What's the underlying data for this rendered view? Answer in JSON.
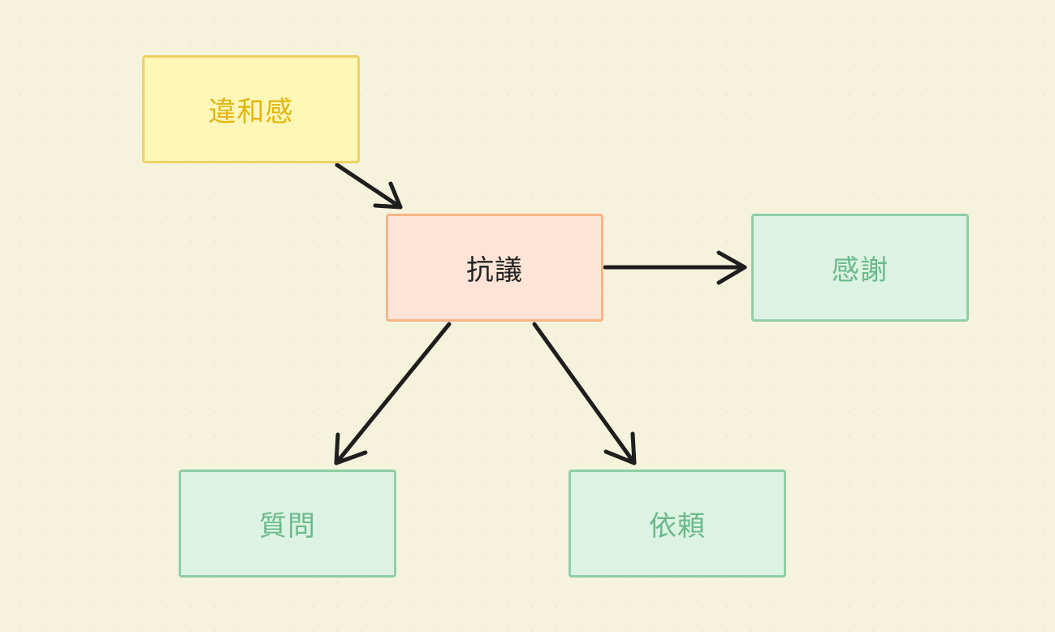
{
  "nodes": {
    "iwakan": {
      "label": "違和感",
      "fill": "#fff7b8",
      "stroke": "#efd163",
      "text_color": "#e2b50e"
    },
    "kougi": {
      "label": "抗議",
      "fill": "#fde4d6",
      "stroke": "#f6b488",
      "text_color": "#222222"
    },
    "kansha": {
      "label": "感謝",
      "fill": "#dcf2e3",
      "stroke": "#8fcea7",
      "text_color": "#6bb98a"
    },
    "shitsumon": {
      "label": "質問",
      "fill": "#dcf2e3",
      "stroke": "#8fcea7",
      "text_color": "#6bb98a"
    },
    "irai": {
      "label": "依頼",
      "fill": "#dcf2e3",
      "stroke": "#8fcea7",
      "text_color": "#6bb98a"
    }
  },
  "edges": [
    {
      "from": "iwakan",
      "to": "kougi"
    },
    {
      "from": "kougi",
      "to": "kansha"
    },
    {
      "from": "kougi",
      "to": "shitsumon"
    },
    {
      "from": "kougi",
      "to": "irai"
    }
  ],
  "colors": {
    "background": "#f5f3dc",
    "arrow": "#1e1e1e"
  }
}
